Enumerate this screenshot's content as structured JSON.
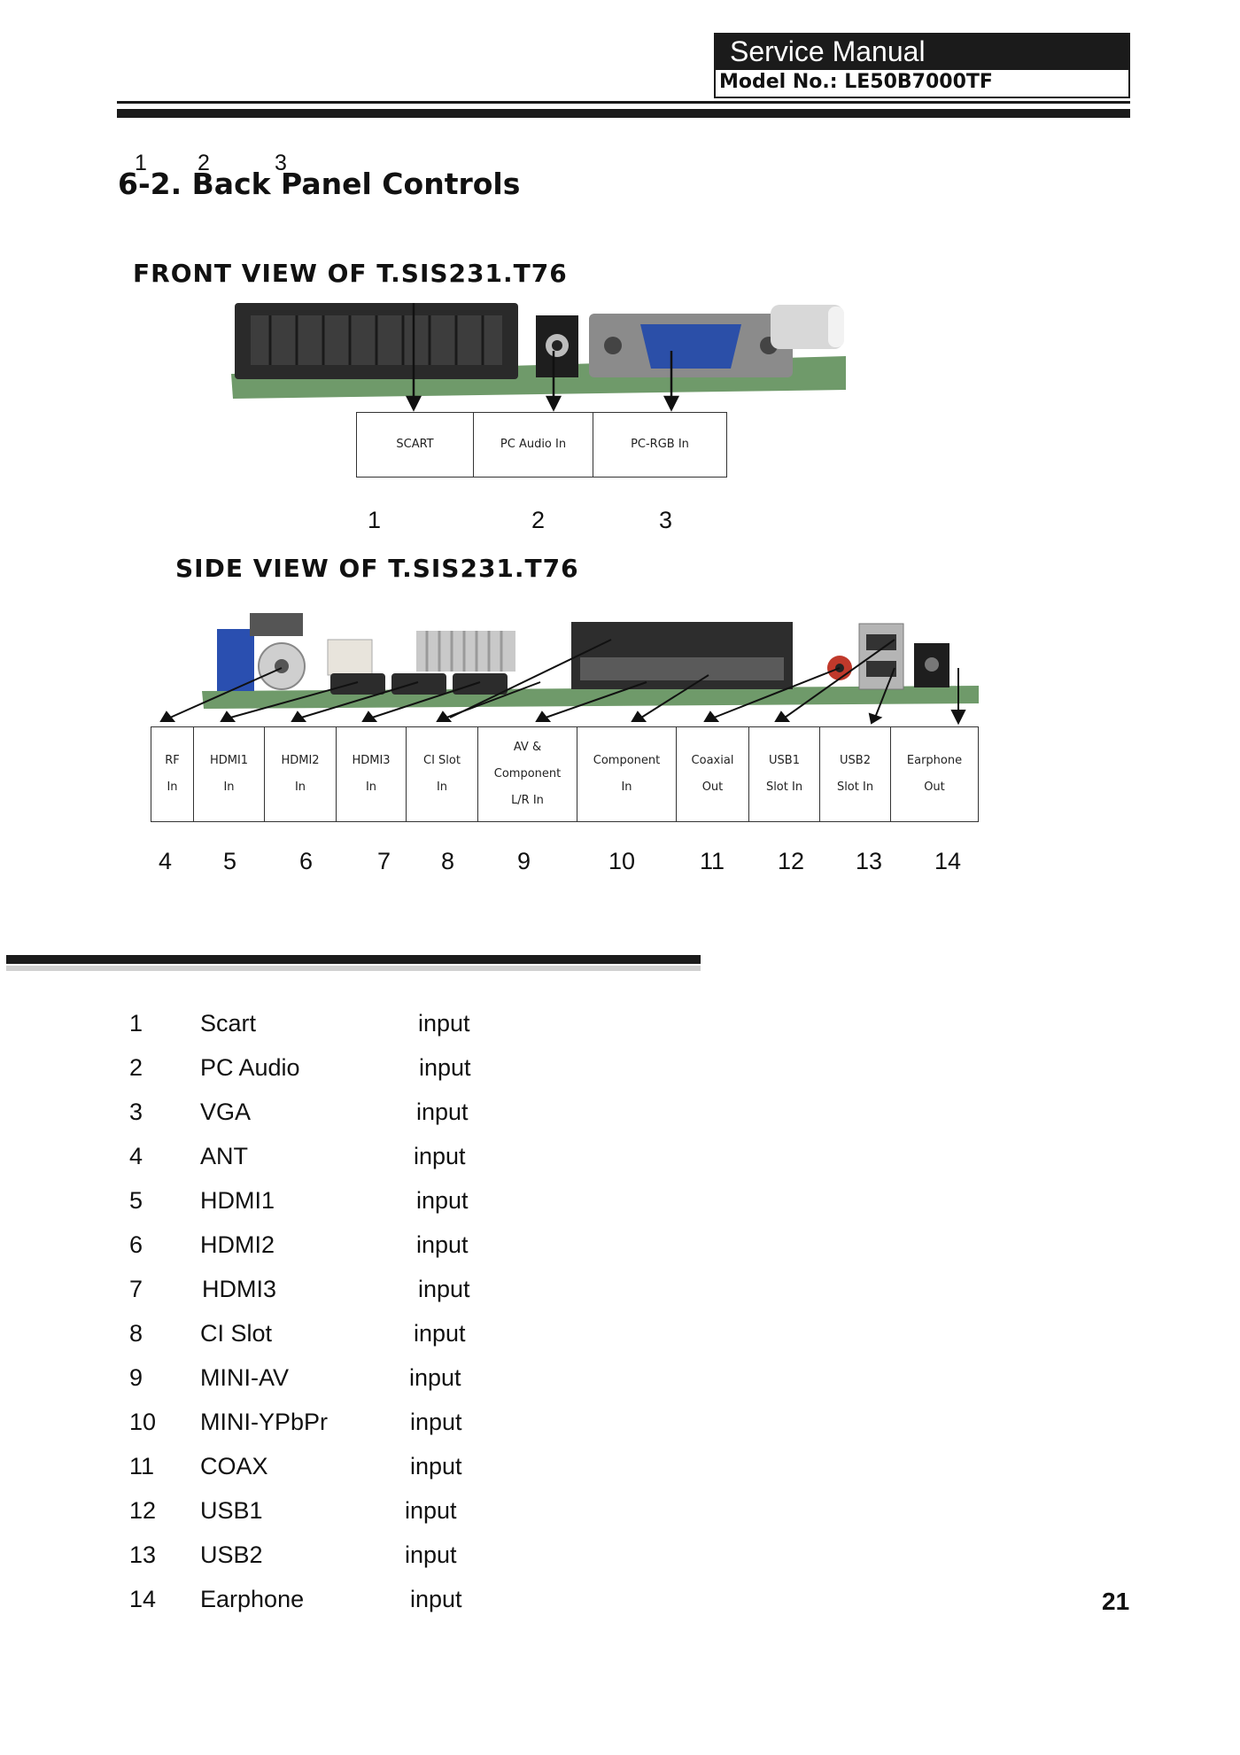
{
  "header": {
    "title": "Service Manual",
    "model": "Model No.: LE50B7000TF"
  },
  "section": {
    "title": "6-2. Back Panel Controls",
    "overlay_numbers": [
      "1",
      "2",
      "3"
    ]
  },
  "front_view": {
    "title": "FRONT VIEW OF T.SIS231.T76",
    "labels": [
      {
        "lines": [
          "SCART"
        ]
      },
      {
        "lines": [
          "PC Audio In"
        ]
      },
      {
        "lines": [
          "PC-RGB In"
        ]
      }
    ],
    "numbers": [
      "1",
      "2",
      "3"
    ]
  },
  "side_view": {
    "title": "SIDE VIEW OF T.SIS231.T76",
    "labels": [
      {
        "lines": [
          "RF",
          "In"
        ]
      },
      {
        "lines": [
          "HDMI1",
          "In"
        ]
      },
      {
        "lines": [
          "HDMI2",
          "In"
        ]
      },
      {
        "lines": [
          "HDMI3",
          "In"
        ]
      },
      {
        "lines": [
          "CI Slot",
          "In"
        ]
      },
      {
        "lines": [
          "AV &",
          "Component",
          "L/R In"
        ]
      },
      {
        "lines": [
          "Component",
          "In"
        ]
      },
      {
        "lines": [
          "Coaxial",
          "Out"
        ]
      },
      {
        "lines": [
          "USB1",
          "Slot In"
        ]
      },
      {
        "lines": [
          "USB2",
          "Slot In"
        ]
      },
      {
        "lines": [
          "Earphone",
          "Out"
        ]
      }
    ],
    "numbers": [
      "4",
      "5",
      "6",
      "7",
      "8",
      "9",
      "10",
      "11",
      "12",
      "13",
      "14"
    ]
  },
  "port_list": [
    {
      "num": "1",
      "name": "Scart",
      "type": "input"
    },
    {
      "num": "2",
      "name": "PC Audio",
      "type": "input"
    },
    {
      "num": "3",
      "name": "VGA",
      "type": "input"
    },
    {
      "num": "4",
      "name": "ANT",
      "type": "input"
    },
    {
      "num": "5",
      "name": "HDMI1",
      "type": "input"
    },
    {
      "num": "6",
      "name": "HDMI2",
      "type": "input"
    },
    {
      "num": "7",
      "name": "HDMI3",
      "type": "input"
    },
    {
      "num": "8",
      "name": "CI Slot",
      "type": "input"
    },
    {
      "num": "9",
      "name": "MINI-AV",
      "type": "input"
    },
    {
      "num": "10",
      "name": "MINI-YPbPr",
      "type": "input"
    },
    {
      "num": "11",
      "name": "COAX",
      "type": "input"
    },
    {
      "num": "12",
      "name": "USB1",
      "type": "input"
    },
    {
      "num": "13",
      "name": "USB2",
      "type": "input"
    },
    {
      "num": "14",
      "name": "Earphone",
      "type": "input"
    }
  ],
  "page_number": "21"
}
